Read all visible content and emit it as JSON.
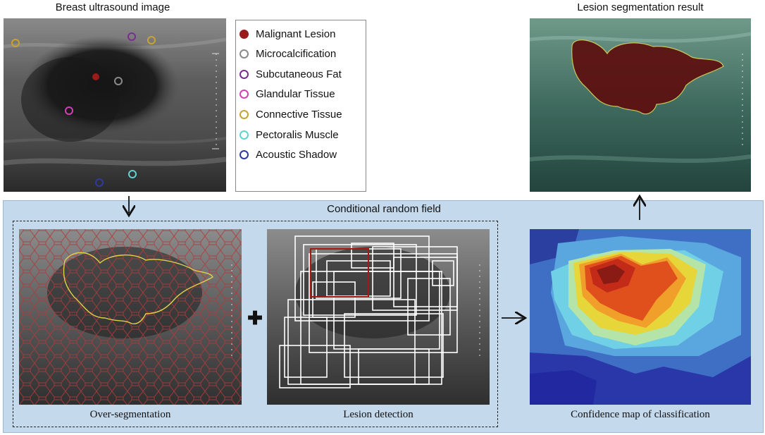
{
  "titles": {
    "ultrasound": "Breast ultrasound image",
    "segmentation_result": "Lesion segmentation result",
    "crf": "Conditional random  field",
    "over_segmentation": "Over-segmentation",
    "lesion_detection": "Lesion detection",
    "confidence_map": "Confidence map of classification"
  },
  "legend": [
    {
      "label": "Malignant Lesion",
      "color": "#9b1b1b",
      "filled": true
    },
    {
      "label": "Microcalcification",
      "color": "#8a8a8a",
      "filled": false
    },
    {
      "label": "Subcutaneous Fat",
      "color": "#7a2d8e",
      "filled": false
    },
    {
      "label": "Glandular Tissue",
      "color": "#d43fb6",
      "filled": false
    },
    {
      "label": "Connective Tissue",
      "color": "#c8a233",
      "filled": false
    },
    {
      "label": "Pectoralis Muscle",
      "color": "#5fd2d2",
      "filled": false
    },
    {
      "label": "Acoustic Shadow",
      "color": "#2f3a9e",
      "filled": false
    }
  ],
  "operators": {
    "plus": "✚"
  }
}
